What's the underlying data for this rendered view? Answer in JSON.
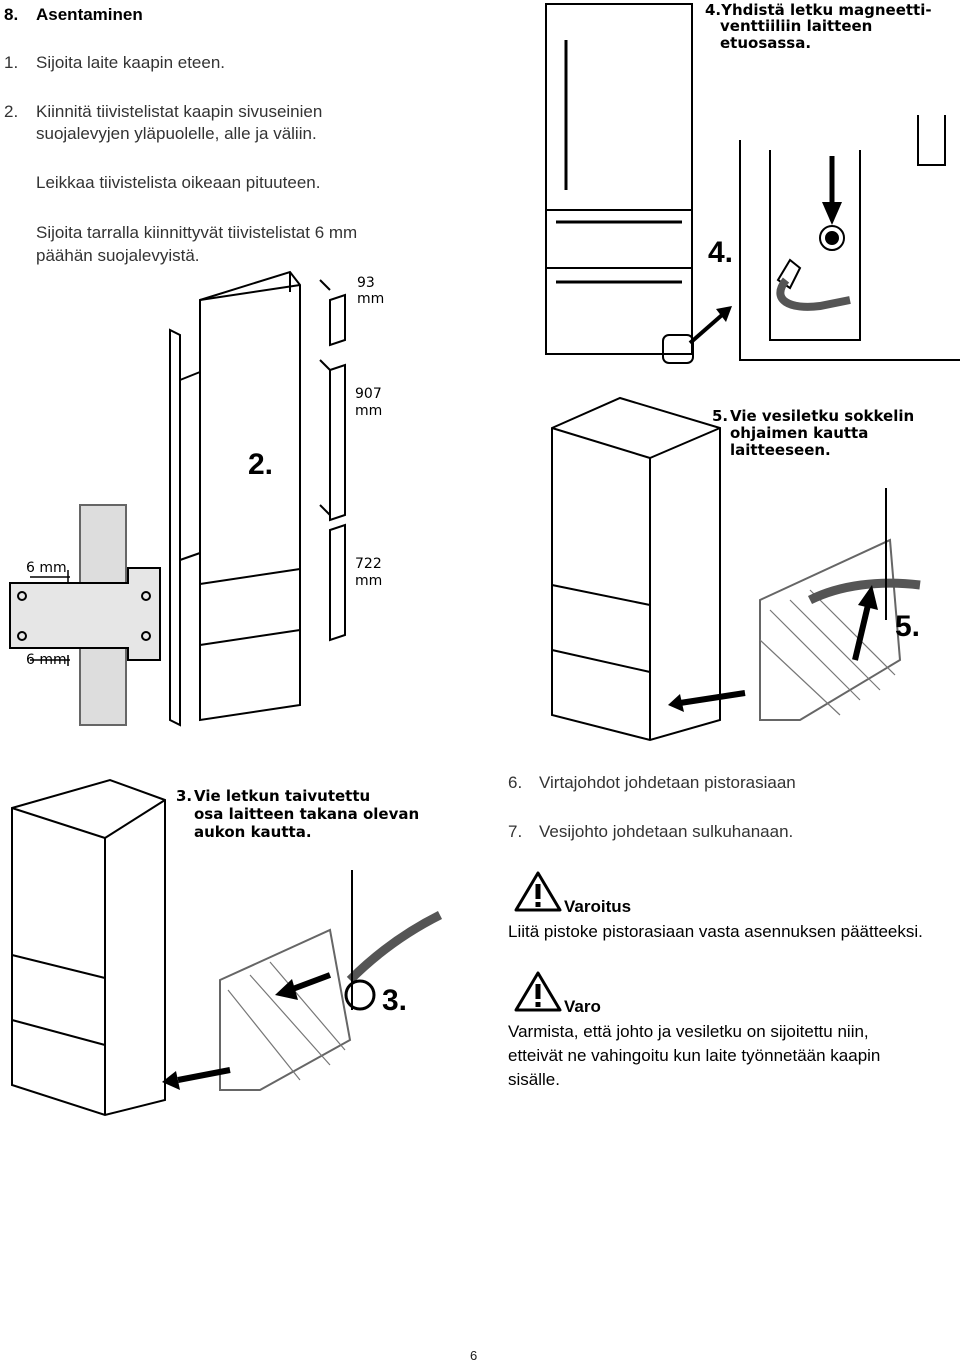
{
  "section": {
    "number": "8.",
    "title": "Asentaminen"
  },
  "steps_left": [
    {
      "num": "1.",
      "text": "Sijoita laite kaapin eteen."
    },
    {
      "num": "2.",
      "text_line1": "Kiinnitä tiivistelistat kaapin sivuseinien",
      "text_line2": "suojalevyjen yläpuolelle, alle ja väliin."
    },
    {
      "text": "Leikkaa tiivistelista oikeaan pituuteen."
    },
    {
      "text_line1": "Sijoita tarralla kiinnittyvät tiivistelistat 6 mm",
      "text_line2": "päähän suojalevyistä."
    }
  ],
  "figure_step2": {
    "label": "2.",
    "dims": [
      {
        "l1": "93",
        "l2": "mm"
      },
      {
        "l1": "907",
        "l2": "mm"
      },
      {
        "l1": "722",
        "l2": "mm"
      }
    ],
    "detail_dims": [
      "6 mm",
      "6 mm"
    ]
  },
  "figure_step4": {
    "caption_l1": "4.Yhdistä letku magneetti-",
    "caption_l2": "venttiiliin laitteen etuosassa.",
    "label": "4."
  },
  "figure_step5": {
    "caption_num": "5.",
    "caption_l1": "Vie vesiletku sokkelin",
    "caption_l2": "ohjaimen kautta laitteeseen.",
    "label": "5."
  },
  "figure_step3": {
    "caption_num": "3.",
    "caption_l1": "Vie letkun taivutettu",
    "caption_l2": "osa laitteen takana olevan",
    "caption_l3": "aukon kautta.",
    "label": "3."
  },
  "steps_right": [
    {
      "num": "6.",
      "text": "Virtajohdot johdetaan pistorasiaan"
    },
    {
      "num": "7.",
      "text": "Vesijohto johdetaan sulkuhanaan."
    }
  ],
  "warning": {
    "icon": "warning-triangle-icon",
    "title": "Varoitus",
    "text": "Liitä pistoke pistorasiaan vasta asennuksen päätteeksi."
  },
  "caution": {
    "icon": "warning-triangle-icon",
    "title": "Varo",
    "line1": "Varmista, että johto ja vesiletku on sijoitettu niin,",
    "line2": "etteivät ne vahingoitu kun laite työnnetään kaapin",
    "line3": "sisälle."
  },
  "page_number": "6"
}
